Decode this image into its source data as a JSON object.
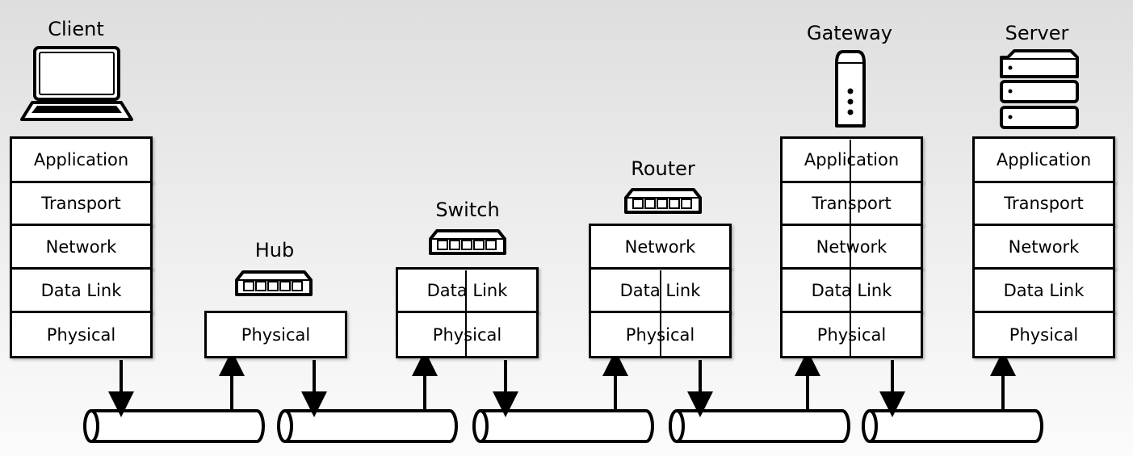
{
  "devices": {
    "client": {
      "label": "Client",
      "icon": "laptop-icon",
      "layers": [
        "Application",
        "Transport",
        "Network",
        "Data Link",
        "Physical"
      ]
    },
    "hub": {
      "label": "Hub",
      "icon": "hub-device-icon",
      "layers": [
        "Physical"
      ]
    },
    "switch": {
      "label": "Switch",
      "icon": "switch-device-icon",
      "layers": [
        "Data Link",
        "Physical"
      ]
    },
    "router": {
      "label": "Router",
      "icon": "router-device-icon",
      "layers": [
        "Network",
        "Data Link",
        "Physical"
      ]
    },
    "gateway": {
      "label": "Gateway",
      "icon": "gateway-tower-icon",
      "layers": [
        "Application",
        "Transport",
        "Network",
        "Data Link",
        "Physical"
      ]
    },
    "server": {
      "label": "Server",
      "icon": "server-rack-icon",
      "layers": [
        "Application",
        "Transport",
        "Network",
        "Data Link",
        "Physical"
      ]
    }
  },
  "links": [
    {
      "from": "client",
      "to": "hub",
      "icon": "cable-segment-icon"
    },
    {
      "from": "hub",
      "to": "switch",
      "icon": "cable-segment-icon"
    },
    {
      "from": "switch",
      "to": "router",
      "icon": "cable-segment-icon"
    },
    {
      "from": "router",
      "to": "gateway",
      "icon": "cable-segment-icon"
    },
    {
      "from": "gateway",
      "to": "server",
      "icon": "cable-segment-icon"
    }
  ]
}
